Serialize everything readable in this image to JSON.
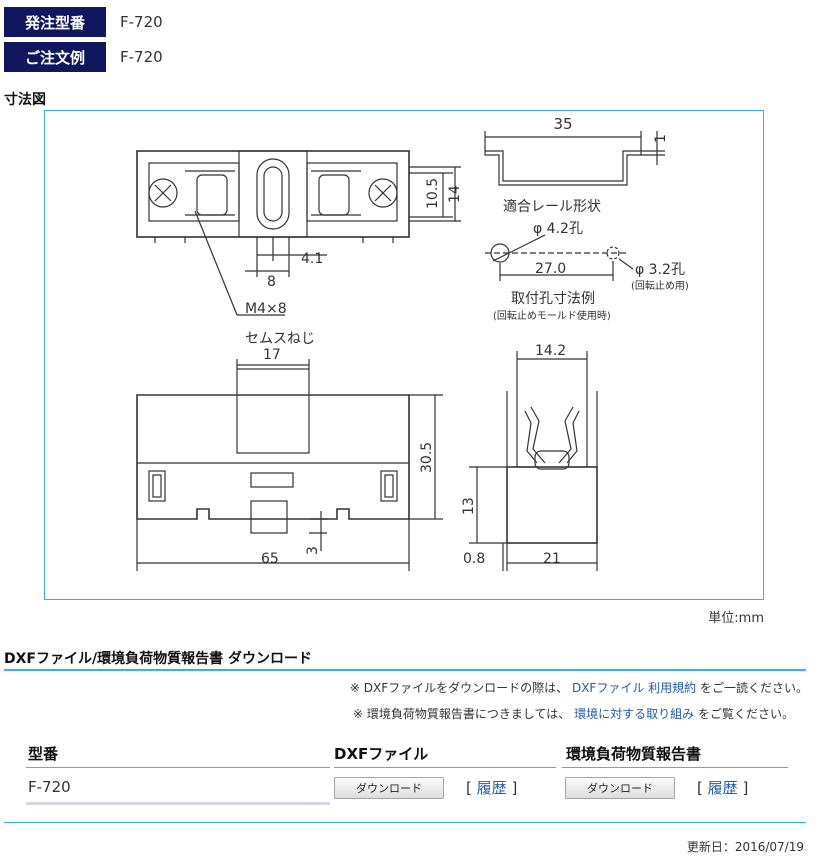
{
  "spec": {
    "order_model_label": "発注型番",
    "order_model_value": "F-720",
    "order_example_label": "ご注文例",
    "order_example_value": "F-720"
  },
  "drawing": {
    "title": "寸法図",
    "labels": {
      "d35": "35",
      "d1": "1",
      "d10_5": "10.5",
      "d14": "14",
      "d4_1": "4.1",
      "d8": "8",
      "rail": "適合レール形状",
      "hole42": "φ 4.2孔",
      "hole32": "φ 3.2孔",
      "anti_rot": "(回転止め用)",
      "d27": "27.0",
      "mount_holes": "取付孔寸法例",
      "mount_note": "(回転止めモールド使用時)",
      "screw1": "M4×8",
      "screw2": "セムスねじ",
      "d17": "17",
      "d14_2": "14.2",
      "d30_5": "30.5",
      "d13": "13",
      "d3": "3",
      "d65": "65",
      "d0_8": "0.8",
      "d21": "21"
    },
    "unit": "単位:mm"
  },
  "download": {
    "title": "DXFファイル/環境負荷物質報告書 ダウンロード",
    "note1_prefix": "※ DXFファイルをダウンロードの際は、",
    "note1_link": "DXFファイル 利用規約",
    "note1_suffix": "をご一読ください。",
    "note2_prefix": "※ 環境負荷物質報告書につきましては、",
    "note2_link": "環境に対する取り組み",
    "note2_suffix": "をご覧ください。",
    "col_model": "型番",
    "col_dxf": "DXFファイル",
    "col_env": "環境負荷物質報告書",
    "model": "F-720",
    "download_label": "ダウンロード",
    "history_label": "履歴",
    "bracket_open": "[",
    "bracket_close": "]"
  },
  "footer": {
    "updated": "更新日：2016/07/19"
  }
}
